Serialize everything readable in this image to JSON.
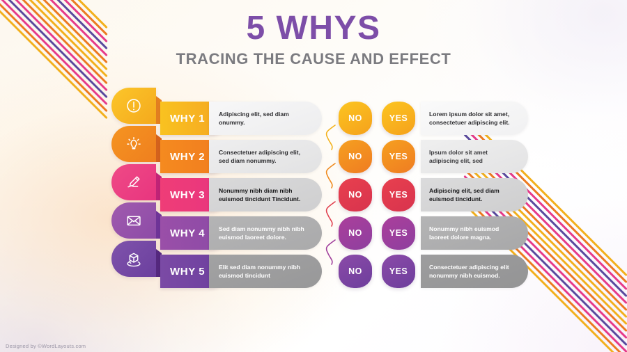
{
  "header": {
    "title": "5 WHYS",
    "subtitle": "TRACING THE CAUSE AND EFFECT",
    "title_color": "#7d4ea8",
    "subtitle_color": "#7b7b80"
  },
  "decision": {
    "no_label": "NO",
    "yes_label": "YES"
  },
  "rows": [
    {
      "why_label": "WHY 1",
      "icon": "exclamation-circle-icon",
      "left_text": "Adipiscing elit, sed diam onummy.",
      "right_text": "Lorem ipsum dolor sit amet, consectetuer adipiscing elit.",
      "bar_color_from": "#f9c220",
      "bar_color_to": "#f5a623",
      "extrude_color": "#e8821f",
      "icon_color_from": "#fcc62a",
      "icon_color_to": "#f4a91d",
      "decision_from": "#fcc520",
      "decision_to": "#f5a11c",
      "left_cap_from": "#f7f7f8",
      "left_cap_to": "#ededee",
      "right_cap_from": "#fafafa",
      "right_cap_to": "#f1f1f2",
      "left_text_color": "#2d2d30",
      "right_text_color": "#2d2d30",
      "connector_color": "#f3b21d"
    },
    {
      "why_label": "WHY 2",
      "icon": "lightbulb-icon",
      "left_text": "Consectetuer adipiscing elit, sed diam nonummy.",
      "right_text": "Ipsum dolor sit amet adipiscing elit, sed",
      "bar_color_from": "#f58a1f",
      "bar_color_to": "#f07c1f",
      "extrude_color": "#d9641b",
      "icon_color_from": "#f59420",
      "icon_color_to": "#ef7f1f",
      "decision_from": "#f6a01f",
      "decision_to": "#ef7c22",
      "left_cap_from": "#eeeeef",
      "left_cap_to": "#e2e2e3",
      "right_cap_from": "#efefef",
      "right_cap_to": "#e3e3e4",
      "left_text_color": "#2d2d30",
      "right_text_color": "#3a3a3d",
      "connector_color": "#ef8a1f"
    },
    {
      "why_label": "WHY 3",
      "icon": "pencil-icon",
      "left_text": "Nonummy nibh diam nibh euismod tincidunt Tincidunt.",
      "right_text": "Adipiscing elit, sed diam euismod tincidunt.",
      "bar_color_from": "#ef3d77",
      "bar_color_to": "#e8357f",
      "extrude_color": "#c42478",
      "icon_color_from": "#ef4a86",
      "icon_color_to": "#e8357f",
      "decision_from": "#e8404f",
      "decision_to": "#d8334d",
      "left_cap_from": "#d9d9da",
      "left_cap_to": "#cfcfd0",
      "right_cap_from": "#dbdbdc",
      "right_cap_to": "#cececf",
      "left_text_color": "#18181a",
      "right_text_color": "#18181a",
      "connector_color": "#e0404f"
    },
    {
      "why_label": "WHY 4",
      "icon": "envelope-icon",
      "left_text": "Sed diam nonummy nibh nibh euismod laoreet dolore.",
      "right_text": "Nonummy nibh euismod laoreet dolore magna.",
      "bar_color_from": "#9a4fa8",
      "bar_color_to": "#8b4aa6",
      "extrude_color": "#70359a",
      "icon_color_from": "#a05bae",
      "icon_color_to": "#8d4ba7",
      "decision_from": "#ab3f9b",
      "decision_to": "#8e3f9f",
      "left_cap_from": "#b4b4b5",
      "left_cap_to": "#aaaaab",
      "right_cap_from": "#b4b4b5",
      "right_cap_to": "#a8a8a9",
      "left_text_color": "#ffffff",
      "right_text_color": "#ffffff",
      "connector_color": "#a03f9c"
    },
    {
      "why_label": "WHY 5",
      "icon": "cube-arrow-icon",
      "left_text": "Elit sed diam nonummy nibh euismod tincidunt",
      "right_text": "Consectetuer adipiscing elit nonummy nibh euismod.",
      "bar_color_from": "#7b4aa5",
      "bar_color_to": "#6c3f9e",
      "extrude_color": "#55297f",
      "icon_color_from": "#7f53ab",
      "icon_color_to": "#6b3f9e",
      "decision_from": "#8b4aa8",
      "decision_to": "#6d3e9c",
      "left_cap_from": "#a2a2a3",
      "left_cap_to": "#989899",
      "right_cap_from": "#9d9d9e",
      "right_cap_to": "#949495",
      "left_text_color": "#ffffff",
      "right_text_color": "#ffffff",
      "connector_color": "#8c3f9d"
    }
  ],
  "stripe_palette": [
    "#f2b01e",
    "#ec7a22",
    "#e63b8a",
    "#5a4a9e",
    "#e63b8a",
    "#ec7a22",
    "#f2b01e"
  ],
  "footer": {
    "credit": "Designed by ©WordLayouts.com"
  }
}
